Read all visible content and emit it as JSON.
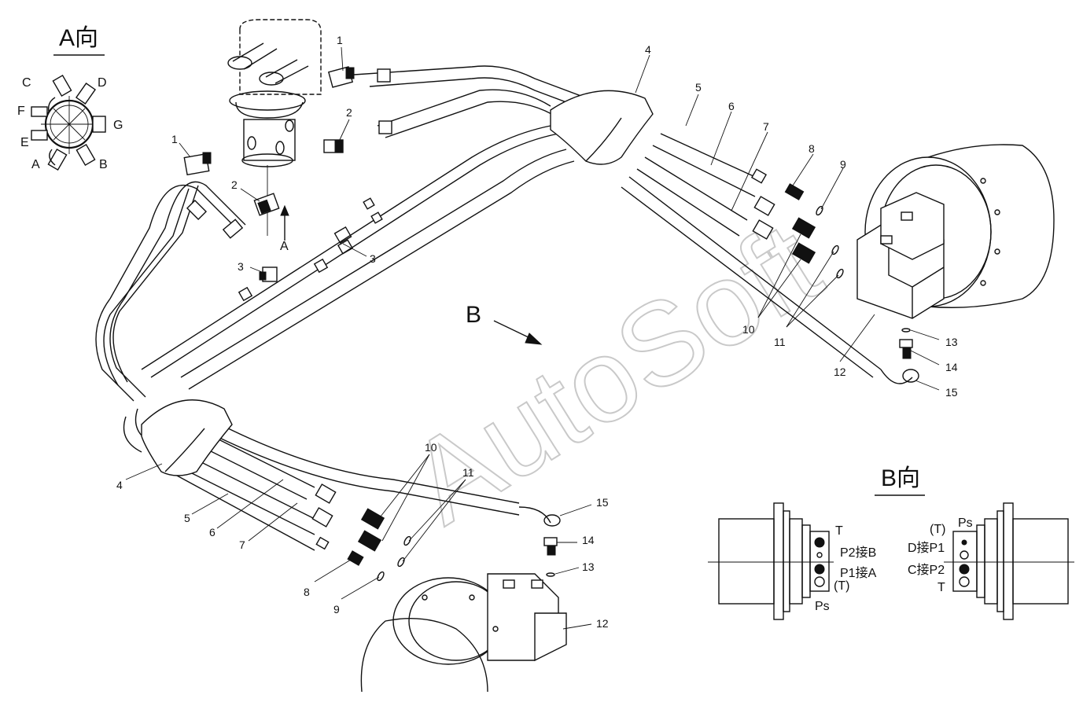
{
  "view_a": {
    "title": "A向",
    "labels": {
      "c": "C",
      "d": "D",
      "f": "F",
      "g": "G",
      "e": "E",
      "a": "A",
      "b": "B"
    }
  },
  "view_b": {
    "title": "B向",
    "left_labels": {
      "t": "T",
      "p2b": "P2接B",
      "p1a": "P1接A",
      "t_paren": "(T)",
      "ps": "Ps"
    },
    "right_labels": {
      "t_paren": "(T)",
      "ps": "Ps",
      "dp1": "D接P1",
      "cp2": "C接P2",
      "t": "T"
    }
  },
  "arrows": {
    "a": "A",
    "b": "B"
  },
  "callouts": {
    "c1a": "1",
    "c1b": "1",
    "c2a": "2",
    "c2b": "2",
    "c3a": "3",
    "c3b": "3",
    "c4a": "4",
    "c4b": "4",
    "c5a": "5",
    "c5b": "5",
    "c6a": "6",
    "c6b": "6",
    "c7a": "7",
    "c7b": "7",
    "c8a": "8",
    "c8b": "8",
    "c9a": "9",
    "c9b": "9",
    "c10a": "10",
    "c10b": "10",
    "c11a": "11",
    "c11b": "11",
    "c12a": "12",
    "c12b": "12",
    "c13a": "13",
    "c13b": "13",
    "c14a": "14",
    "c14b": "14",
    "c15a": "15",
    "c15b": "15"
  },
  "watermark": "AutoSoft"
}
